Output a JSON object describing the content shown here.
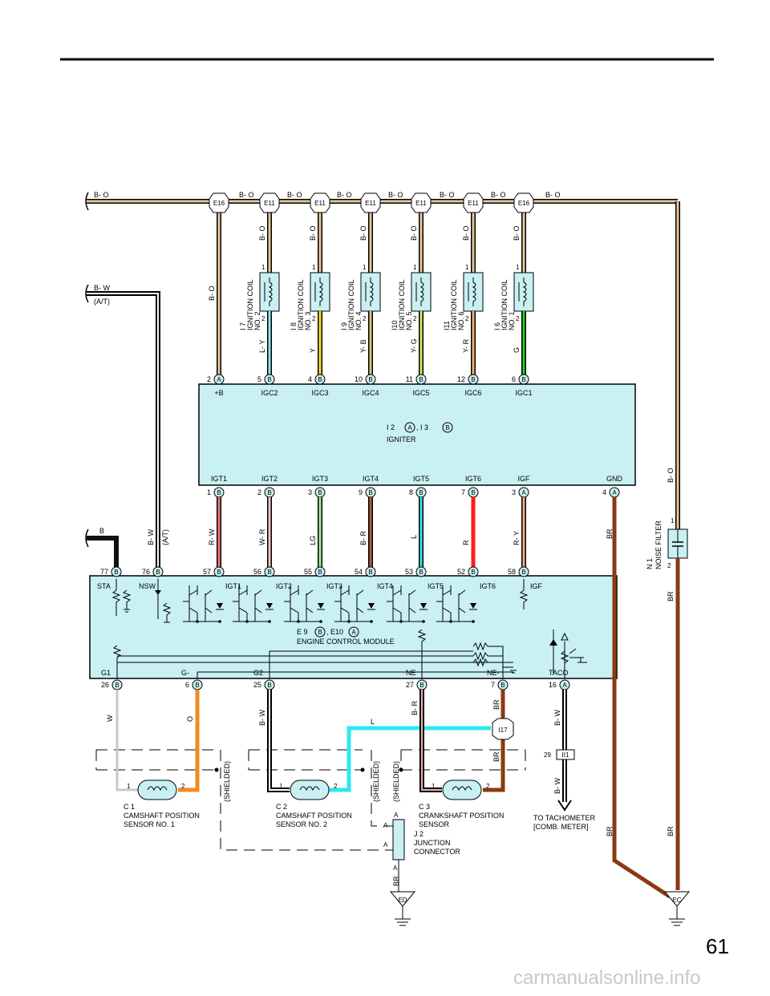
{
  "page_number": "61",
  "watermark": "carmanualsonline.info",
  "colors": {
    "ecu_fill": "#c9f0f2",
    "wire_BO": "#e9c79c",
    "wire_LY": "#8fe8ef",
    "wire_Y": "#ffe01a",
    "wire_YB": "#d8c77a",
    "wire_YG": "#d9e66a",
    "wire_YR": "#f3b26c",
    "wire_G": "#22d11f",
    "wire_R": "#ff1a1a",
    "wire_RW": "#f07a7a",
    "wire_WR": "#f2c2c2",
    "wire_LG": "#9ef08e",
    "wire_BR": "#b36040",
    "wire_L": "#2ee7f0",
    "wire_RY": "#f6a78a",
    "wire_BR_brown": "#8a3a10",
    "wire_O": "#f58a1f",
    "wire_W": "#c8c8c8",
    "wire_B": "#111111"
  },
  "bus": {
    "label": "B- O",
    "connectors": [
      "E16",
      "E11",
      "E11",
      "E11",
      "E11",
      "E11",
      "E16"
    ]
  },
  "igniter": {
    "title": "I 2",
    "mark_a": "A",
    "title_sep": ", I 3",
    "mark_b": "B",
    "name": "IGNITER",
    "top_pins": [
      {
        "num": "2",
        "conn": "A",
        "label": "+B"
      },
      {
        "num": "5",
        "conn": "B",
        "label": "IGC2"
      },
      {
        "num": "4",
        "conn": "B",
        "label": "IGC3"
      },
      {
        "num": "10",
        "conn": "B",
        "label": "IGC4"
      },
      {
        "num": "11",
        "conn": "B",
        "label": "IGC5"
      },
      {
        "num": "12",
        "conn": "B",
        "label": "IGC6"
      },
      {
        "num": "6",
        "conn": "B",
        "label": "IGC1"
      }
    ],
    "bottom_pins": [
      {
        "num": "1",
        "conn": "B",
        "label": "IGT1",
        "wire": "R- W"
      },
      {
        "num": "2",
        "conn": "B",
        "label": "IGT2",
        "wire": "W- R"
      },
      {
        "num": "3",
        "conn": "B",
        "label": "IGT3",
        "wire": "LG"
      },
      {
        "num": "9",
        "conn": "B",
        "label": "IGT4",
        "wire": "B- R"
      },
      {
        "num": "8",
        "conn": "B",
        "label": "IGT5",
        "wire": "L"
      },
      {
        "num": "7",
        "conn": "B",
        "label": "IGT6",
        "wire": "R"
      },
      {
        "num": "3",
        "conn": "A",
        "label": "IGF",
        "wire": "R- Y"
      },
      {
        "num": "4",
        "conn": "A",
        "label": "GND",
        "wire": "BR"
      }
    ]
  },
  "coils": [
    {
      "id": "I 7",
      "line1": "IGNITION COIL",
      "line2": "NO.  2",
      "wire_top": "B- O",
      "wire_bottom": "L- Y",
      "pin1": "1",
      "pin2": "2"
    },
    {
      "id": "I 8",
      "line1": "IGNITION COIL",
      "line2": "NO.  3",
      "wire_top": "B- O",
      "wire_bottom": "Y",
      "pin1": "1",
      "pin2": "2"
    },
    {
      "id": "I 9",
      "line1": "IGNITION COIL",
      "line2": "NO.  4",
      "wire_top": "B- O",
      "wire_bottom": "Y- B",
      "pin1": "1",
      "pin2": "2"
    },
    {
      "id": "I10",
      "line1": "IGNITION COIL",
      "line2": "NO.  5",
      "wire_top": "B- O",
      "wire_bottom": "Y- G",
      "pin1": "1",
      "pin2": "2"
    },
    {
      "id": "I11",
      "line1": "IGNITION COIL",
      "line2": "NO.  6",
      "wire_top": "B- O",
      "wire_bottom": "Y- R",
      "pin1": "1",
      "pin2": "2"
    },
    {
      "id": "I 6",
      "line1": "IGNITION COIL",
      "line2": "NO.  1",
      "wire_top": "B- O",
      "wire_bottom": "G",
      "pin1": "1",
      "pin2": "2"
    }
  ],
  "plus_b_wire": "B- O",
  "bw_wire": {
    "label": "B- W",
    "note": "(A/T)"
  },
  "b_wire": "B",
  "ecm": {
    "title": "E 9",
    "mark_b": "B",
    "title_sep": ", E10",
    "mark_a": "A",
    "name": "ENGINE CONTROL MODULE",
    "top_pins": [
      {
        "num": "77",
        "conn": "B",
        "label": "STA"
      },
      {
        "num": "76",
        "conn": "B",
        "label": "NSW"
      },
      {
        "num": "57",
        "conn": "B",
        "label": "IGT1"
      },
      {
        "num": "56",
        "conn": "B",
        "label": "IGT2"
      },
      {
        "num": "55",
        "conn": "B",
        "label": "IGT3"
      },
      {
        "num": "54",
        "conn": "B",
        "label": "IGT4"
      },
      {
        "num": "53",
        "conn": "B",
        "label": "IGT5"
      },
      {
        "num": "52",
        "conn": "B",
        "label": "IGT6"
      },
      {
        "num": "58",
        "conn": "B",
        "label": "IGF"
      }
    ],
    "bottom_pins": [
      {
        "num": "26",
        "conn": "B",
        "label": "G1"
      },
      {
        "num": "6",
        "conn": "B",
        "label": "G-"
      },
      {
        "num": "25",
        "conn": "B",
        "label": "G2"
      },
      {
        "num": "27",
        "conn": "B",
        "label": "NE"
      },
      {
        "num": "7",
        "conn": "B",
        "label": "NE-"
      },
      {
        "num": "16",
        "conn": "A",
        "label": "TACO"
      }
    ]
  },
  "noise_filter": {
    "id": "N 1",
    "name": "NOISE FILTER",
    "wire_top": "B- O",
    "wire_bottom": "BR",
    "pin1": "1",
    "pin2": "2"
  },
  "bottom_wires": {
    "g1": "W",
    "gminus": "O",
    "g2": "B- W",
    "l": "L",
    "ne": "B- R",
    "neminus": "BR",
    "neminus2": "BR",
    "taco": "B- W",
    "taco2": "B- W",
    "gnd": "BR",
    "nf": "BR",
    "nf2": "BR",
    "ed": "BR"
  },
  "shielded": "(SHIELDED)",
  "junction_i17": "I17",
  "junction_ii1": {
    "num": "29",
    "id": "II1"
  },
  "sensors": [
    {
      "id": "C 1",
      "line1": "CAMSHAFT POSITION",
      "line2": "SENSOR NO.  1",
      "pin1": "1",
      "pin2": "2"
    },
    {
      "id": "C 2",
      "line1": "CAMSHAFT POSITION",
      "line2": "SENSOR NO.  2",
      "pin1": "1",
      "pin2": "2"
    },
    {
      "id": "C 3",
      "line1": "CRANKSHAFT POSITION",
      "line2": "SENSOR",
      "pin1": "1",
      "pin2": "2"
    }
  ],
  "j2": {
    "id": "J 2",
    "line1": "JUNCTION",
    "line2": "CONNECTOR",
    "pin": "A"
  },
  "tachometer": {
    "line1": "TO TACHOMETER",
    "line2": "[COMB.  METER]"
  },
  "grounds": {
    "ed": "ED",
    "ec": "EC"
  }
}
